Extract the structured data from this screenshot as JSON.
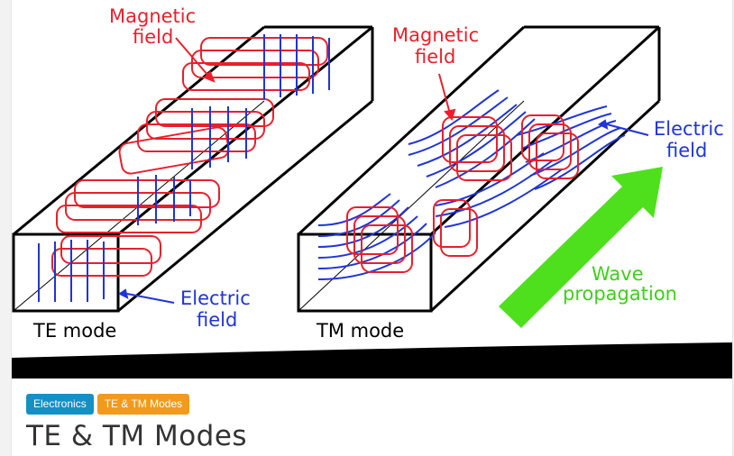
{
  "figure": {
    "labels": {
      "te_magnetic": [
        "Magnetic",
        "field"
      ],
      "tm_magnetic": [
        "Magnetic",
        "field"
      ],
      "te_electric": [
        "Electric",
        "field"
      ],
      "tm_electric": [
        "Electric",
        "field"
      ],
      "te_mode": "TE mode",
      "tm_mode": "TM mode",
      "wave": [
        "Wave",
        "propagation"
      ]
    },
    "colors": {
      "magnetic": "#e8202c",
      "electric": "#1f35d6",
      "arrow": "#4ee01c",
      "band": "#000000"
    }
  },
  "post": {
    "categories": [
      "Electronics",
      "TE & TM Modes"
    ],
    "title": "TE & TM Modes",
    "colors": {
      "electronics": "#1490c4",
      "modes": "#f29a1d"
    }
  }
}
